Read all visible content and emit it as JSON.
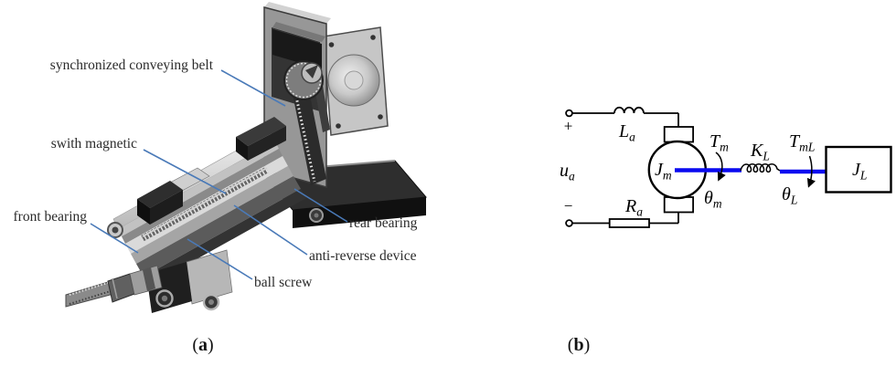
{
  "captions": {
    "a": {
      "open": "(",
      "letter": "a",
      "close": ")"
    },
    "b": {
      "open": "(",
      "letter": "b",
      "close": ")"
    }
  },
  "actuator": {
    "labels": [
      "synchronized conveying belt",
      "swith magnetic",
      "front bearing",
      "rear bearing",
      "anti-reverse device",
      "ball screw"
    ],
    "leader_color": "#4a7ab8",
    "text_color": "#2b2b2b"
  },
  "circuit": {
    "colors": {
      "wire": "#000000",
      "shaft_blue": "#0a0af0"
    },
    "terminals": {
      "positive": "+",
      "negative": "−"
    },
    "labels": {
      "ua": {
        "main": "u",
        "sub": "a"
      },
      "La": {
        "main": "L",
        "sub": "a"
      },
      "Ra": {
        "main": "R",
        "sub": "a"
      },
      "Jm": {
        "main": "J",
        "sub": "m"
      },
      "Tm": {
        "main": "T",
        "sub": "m"
      },
      "theta_m": {
        "main": "θ",
        "sub": "m"
      },
      "KL": {
        "main": "K",
        "sub": "L"
      },
      "TmL": {
        "main": "T",
        "sub": "mL"
      },
      "theta_L": {
        "main": "θ",
        "sub": "L"
      },
      "JL": {
        "main": "J",
        "sub": "L"
      }
    }
  }
}
